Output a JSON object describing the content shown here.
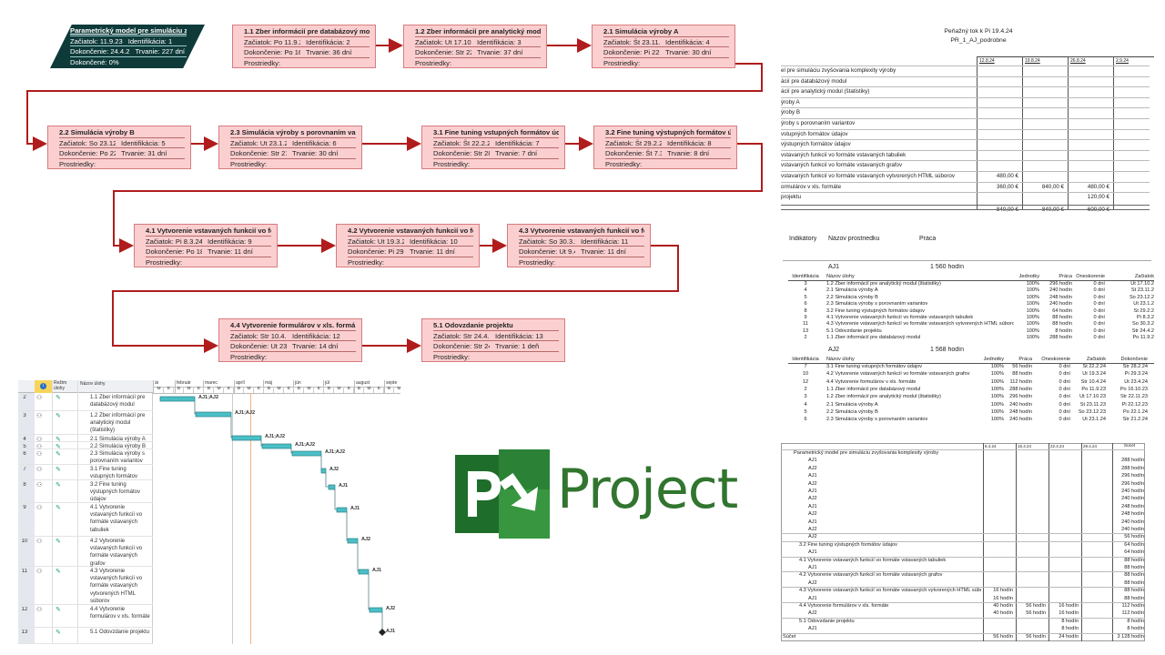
{
  "network": {
    "summary": {
      "title": "Parametrický model pre simuláciu zvyš",
      "start": "Začiatok:  11.9.23",
      "id": "Identifikácia:  1",
      "finish": "Dokončenie: 24.4.2",
      "duration": "Trvanie: 227 dní",
      "complete": "Dokončené: 0%"
    },
    "resources_label": "Prostriedky:",
    "tasks": [
      {
        "title": "1.1 Zber informácií pre databázový mo",
        "start": "Začiatok:  Po 11.9.2",
        "id": "Identifikácia:  2",
        "finish": "Dokončenie: Po 16.",
        "duration": "Trvanie: 36 dní"
      },
      {
        "title": "1.2 Zber informácií pre analytický mod",
        "start": "Začiatok:  Ut 17.10",
        "id": "Identifikácia:  3",
        "finish": "Dokončenie: Str 22",
        "duration": "Trvanie: 37 dní"
      },
      {
        "title": "2.1 Simulácia výroby A",
        "start": "Začiatok:  Št 23.11.",
        "id": "Identifikácia:  4",
        "finish": "Dokončenie: Pi 22.",
        "duration": "Trvanie: 30 dní"
      },
      {
        "title": "2.2 Simulácia výroby B",
        "start": "Začiatok:  So 23.12",
        "id": "Identifikácia:  5",
        "finish": "Dokončenie: Po 22.",
        "duration": "Trvanie: 31 dní"
      },
      {
        "title": "2.3 Simulácia výroby s porovnaním var",
        "start": "Začiatok:  Ut 23.1.2",
        "id": "Identifikácia:  6",
        "finish": "Dokončenie: Str 21",
        "duration": "Trvanie: 30 dní"
      },
      {
        "title": "3.1 Fine tuning vstupných formátov úc",
        "start": "Začiatok:  Št 22.2.2",
        "id": "Identifikácia:  7",
        "finish": "Dokončenie: Str 28",
        "duration": "Trvanie: 7 dní"
      },
      {
        "title": "3.2 Fine tuning výstupných formátov ú",
        "start": "Začiatok:  Št 29.2.2",
        "id": "Identifikácia:  8",
        "finish": "Dokončenie: Št 7.3.",
        "duration": "Trvanie: 8 dní"
      },
      {
        "title": "4.1 Vytvorenie vstavaných funkcií vo fo",
        "start": "Začiatok:  Pi 8.3.24",
        "id": "Identifikácia:  9",
        "finish": "Dokončenie: Po 18.",
        "duration": "Trvanie: 11 dní"
      },
      {
        "title": "4.2 Vytvorenie vstavaných funkcií vo fo",
        "start": "Začiatok:  Ut 19.3.2",
        "id": "Identifikácia:  10",
        "finish": "Dokončenie: Pi 29.",
        "duration": "Trvanie: 11 dní"
      },
      {
        "title": "4.3 Vytvorenie vstavaných funkcií vo fo",
        "start": "Začiatok:  So 30.3.2",
        "id": "Identifikácia:  11",
        "finish": "Dokončenie: Ut 9.4",
        "duration": "Trvanie: 11 dní"
      },
      {
        "title": "4.4 Vytvorenie formulárov v xls. formá",
        "start": "Začiatok:  Str 10.4.",
        "id": "Identifikácia:  12",
        "finish": "Dokončenie: Ut 23.",
        "duration": "Trvanie: 14 dní"
      },
      {
        "title": "5.1 Odovzdanie projektu",
        "start": "Začiatok:  Str 24.4.",
        "id": "Identifikácia:  13",
        "finish": "Dokončenie: Str 24",
        "duration": "Trvanie: 1 deň"
      }
    ]
  },
  "cashflow": {
    "title": "Peňažný tok k Pi 19.4.24",
    "subtitle": "PR_1_AJ_podrobne",
    "columns": [
      "12.8.24",
      "19.8.24",
      "26.8.24",
      "2.9.24"
    ],
    "rows": [
      {
        "label": "el pre simuláciu zvyšovania komplexity výroby",
        "values": [
          "",
          "",
          "",
          ""
        ]
      },
      {
        "label": "ácií pre databázový modul",
        "values": [
          "",
          "",
          "",
          ""
        ]
      },
      {
        "label": "ácií pre analytický modul (štatistiky)",
        "values": [
          "",
          "",
          "",
          ""
        ]
      },
      {
        "label": "ýroby A",
        "values": [
          "",
          "",
          "",
          ""
        ]
      },
      {
        "label": "ýroby B",
        "values": [
          "",
          "",
          "",
          ""
        ]
      },
      {
        "label": "ýroby s porovnaním variantov",
        "values": [
          "",
          "",
          "",
          ""
        ]
      },
      {
        "label": "vstupných formátov údajov",
        "values": [
          "",
          "",
          "",
          ""
        ]
      },
      {
        "label": "výstupných formátov údajov",
        "values": [
          "",
          "",
          "",
          ""
        ]
      },
      {
        "label": "vstavaných funkcií vo formáte vstavaných tabuliek",
        "values": [
          "",
          "",
          "",
          ""
        ]
      },
      {
        "label": "vstavaných funkcií vo formáte vstavaných grafov",
        "values": [
          "",
          "",
          "",
          ""
        ]
      },
      {
        "label": "vstavaných funkcií vo formáte vstavaných vytvorených HTML súborov",
        "values": [
          "480,00 €",
          "",
          "",
          ""
        ]
      },
      {
        "label": "ormulárov v xls. formáte",
        "values": [
          "360,00 €",
          "840,00 €",
          "480,00 €",
          ""
        ]
      },
      {
        "label": "projektu",
        "values": [
          "",
          "",
          "120,00 €",
          ""
        ]
      },
      {
        "label": "",
        "values": [
          "840,00 €",
          "840,00 €",
          "600,00 €",
          ""
        ]
      }
    ]
  },
  "resources": {
    "headers": {
      "indicators": "Indikátory",
      "name": "Názov prostriedku",
      "work": "Práca"
    },
    "columns": [
      "Identifikácia",
      "Názov úlohy",
      "Jednotky",
      "Práca",
      "Oneskorenie",
      "Začiatok",
      "Dokončenie"
    ],
    "groups": [
      {
        "name": "AJ1",
        "work": "1 560 hodín",
        "rows": [
          [
            "3",
            "1.2 Zber informácií pre analytický modul (štatistiky)",
            "100%",
            "296 hodín",
            "0 dní",
            "Ut 17.10.2",
            ""
          ],
          [
            "4",
            "2.1 Simulácia výroby A",
            "100%",
            "240 hodín",
            "0 dní",
            "Št 23.11.2",
            ""
          ],
          [
            "5",
            "2.2 Simulácia výroby B",
            "100%",
            "248 hodín",
            "0 dní",
            "So 23.12.2",
            ""
          ],
          [
            "6",
            "2.3 Simulácia výroby s porovnaním variantov",
            "100%",
            "240 hodín",
            "0 dní",
            "Ut 23.1.2",
            ""
          ],
          [
            "8",
            "3.2 Fine tuning výstupných formátov údajov",
            "100%",
            "64 hodín",
            "0 dní",
            "Št 29.2.2",
            ""
          ],
          [
            "9",
            "4.1 Vytvorenie vstavaných funkcií vo formáte vstavaných tabuliek",
            "100%",
            "88 hodín",
            "0 dní",
            "Pi 8.3.2",
            ""
          ],
          [
            "11",
            "4.3 Vytvorenie vstavaných funkcií vo formáte vstavaných vytvorených HTML súboro",
            "100%",
            "88 hodín",
            "0 dní",
            "So 30.3.2",
            ""
          ],
          [
            "13",
            "5.1 Odovzdanie projektu",
            "100%",
            "8 hodín",
            "0 dní",
            "Str 24.4.2",
            ""
          ],
          [
            "2",
            "1.1 Zber informácií pre databázový modul",
            "100%",
            "288 hodín",
            "0 dní",
            "Po 11.9.2",
            ""
          ]
        ]
      },
      {
        "name": "AJ2",
        "work": "1 568 hodín",
        "rows": [
          [
            "7",
            "3.1 Fine tuning vstupných formátov údajov",
            "100%",
            "56 hodín",
            "0 dní",
            "Št 22.2.24",
            "Str 28.2.24"
          ],
          [
            "10",
            "4.2 Vytvorenie vstavaných funkcií vo formáte vstavaných grafov",
            "100%",
            "88 hodín",
            "0 dní",
            "Ut 19.3.24",
            "Pi 29.3.24"
          ],
          [
            "12",
            "4.4 Vytvorenie formulárov v xls. formáte",
            "100%",
            "112 hodín",
            "0 dní",
            "Str 10.4.24",
            "Ut 23.4.24"
          ],
          [
            "2",
            "1.1 Zber informácií pre databázový modul",
            "100%",
            "288 hodín",
            "0 dní",
            "Po 11.9.23",
            "Po 16.10.23"
          ],
          [
            "3",
            "1.2 Zber informácií pre analytický modul (štatistiky)",
            "100%",
            "296 hodín",
            "0 dní",
            "Ut 17.10.23",
            "Str 22.11.23"
          ],
          [
            "4",
            "2.1 Simulácia výroby A",
            "100%",
            "240 hodín",
            "0 dní",
            "Št 23.11.23",
            "Pi 22.12.23"
          ],
          [
            "5",
            "2.2 Simulácia výroby B",
            "100%",
            "248 hodín",
            "0 dní",
            "So 23.12.23",
            "Po 22.1.24"
          ],
          [
            "6",
            "2.3 Simulácia výroby s porovnaním variantov",
            "100%",
            "240 hodín",
            "0 dní",
            "Ut 23.1.24",
            "Str 21.2.24"
          ]
        ]
      }
    ]
  },
  "usage": {
    "columns": [
      "8.4.24",
      "15.4.24",
      "22.4.24",
      "29.4.24"
    ],
    "total_label": "Súčet",
    "rows": [
      {
        "label": "Parametrický model pre simuláciu zvyšovania komplexity výroby",
        "level": 0,
        "values": [
          "",
          "",
          "",
          ""
        ],
        "total": ""
      },
      {
        "label": "AJ1",
        "level": 2,
        "values": [
          "",
          "",
          "",
          ""
        ],
        "total": "288 hodín"
      },
      {
        "label": "AJ2",
        "level": 2,
        "values": [
          "",
          "",
          "",
          ""
        ],
        "total": "288 hodín"
      },
      {
        "label": "AJ1",
        "level": 2,
        "values": [
          "",
          "",
          "",
          ""
        ],
        "total": "296 hodín"
      },
      {
        "label": "AJ2",
        "level": 2,
        "values": [
          "",
          "",
          "",
          ""
        ],
        "total": "296 hodín"
      },
      {
        "label": "AJ1",
        "level": 2,
        "values": [
          "",
          "",
          "",
          ""
        ],
        "total": "240 hodín"
      },
      {
        "label": "AJ2",
        "level": 2,
        "values": [
          "",
          "",
          "",
          ""
        ],
        "total": "240 hodín"
      },
      {
        "label": "AJ1",
        "level": 2,
        "values": [
          "",
          "",
          "",
          ""
        ],
        "total": "248 hodín"
      },
      {
        "label": "AJ2",
        "level": 2,
        "values": [
          "",
          "",
          "",
          ""
        ],
        "total": "248 hodín"
      },
      {
        "label": "AJ1",
        "level": 2,
        "values": [
          "",
          "",
          "",
          ""
        ],
        "total": "240 hodín"
      },
      {
        "label": "AJ2",
        "level": 2,
        "values": [
          "",
          "",
          "",
          ""
        ],
        "total": "240 hodín"
      },
      {
        "label": "AJ2",
        "level": 2,
        "values": [
          "",
          "",
          "",
          ""
        ],
        "total": "56 hodín"
      },
      {
        "label": "3.2 Fine tuning výstupných formátov údajov",
        "level": 1,
        "values": [
          "",
          "",
          "",
          ""
        ],
        "total": "64 hodín"
      },
      {
        "label": "AJ1",
        "level": 2,
        "values": [
          "",
          "",
          "",
          ""
        ],
        "total": "64 hodín"
      },
      {
        "label": "4.1 Vytvorenie vstavaných funkcií vo formáte vstavaných tabuliek",
        "level": 1,
        "values": [
          "",
          "",
          "",
          ""
        ],
        "total": "88 hodín"
      },
      {
        "label": "AJ1",
        "level": 2,
        "values": [
          "",
          "",
          "",
          ""
        ],
        "total": "88 hodín"
      },
      {
        "label": "4.2 Vytvorenie vstavaných funkcií vo formáte vstavaných grafov",
        "level": 1,
        "values": [
          "",
          "",
          "",
          ""
        ],
        "total": "88 hodín"
      },
      {
        "label": "AJ2",
        "level": 2,
        "values": [
          "",
          "",
          "",
          ""
        ],
        "total": "88 hodín"
      },
      {
        "label": "4.3 Vytvorenie vstavaných funkcií vo formáte vstavaných vytvorených HTML súborov",
        "level": 1,
        "values": [
          "16 hodín",
          "",
          "",
          ""
        ],
        "total": "88 hodín"
      },
      {
        "label": "AJ1",
        "level": 2,
        "values": [
          "16 hodín",
          "",
          "",
          ""
        ],
        "total": "88 hodín"
      },
      {
        "label": "4.4 Vytvorenie formulárov v xls. formáte",
        "level": 1,
        "values": [
          "40 hodín",
          "56 hodín",
          "16 hodín",
          ""
        ],
        "total": "112 hodín"
      },
      {
        "label": "AJ2",
        "level": 2,
        "values": [
          "40 hodín",
          "56 hodín",
          "16 hodín",
          ""
        ],
        "total": "112 hodín"
      },
      {
        "label": "5.1 Odovzdanie projektu",
        "level": 1,
        "values": [
          "",
          "",
          "8 hodín",
          ""
        ],
        "total": "8 hodín"
      },
      {
        "label": "AJ1",
        "level": 2,
        "values": [
          "",
          "",
          "8 hodín",
          ""
        ],
        "total": "8 hodín"
      },
      {
        "label": "Súčet",
        "level": 0,
        "values": [
          "56 hodín",
          "56 hodín",
          "24 hodín",
          ""
        ],
        "total": "3 128 hodín"
      }
    ]
  },
  "gantt": {
    "headers": {
      "mode": "Režim úlohy",
      "name": "Názov úlohy"
    },
    "months": [
      "ár",
      "február",
      "marec",
      "apríl",
      "máj",
      "jún",
      "júl",
      "august",
      "septe"
    ],
    "subcells": [
      "B",
      "M",
      "E"
    ],
    "rows": [
      {
        "num": "2",
        "name": "1.1 Zber informácií pre databázový modul",
        "res": "AJ1;AJ2",
        "icon": true
      },
      {
        "num": "3",
        "name": "1.2 Zber informácií pre analytický modul (štatistiky)",
        "res": "AJ1;AJ2",
        "icon": true
      },
      {
        "num": "4",
        "name": "2.1 Simulácia výroby A",
        "res": "AJ1;AJ2",
        "icon": true
      },
      {
        "num": "5",
        "name": "2.2 Simulácia výroby B",
        "res": "AJ1;AJ2",
        "icon": true
      },
      {
        "num": "6",
        "name": "2.3 Simulácia výroby s porovnaním variantov",
        "res": "AJ1;AJ2",
        "icon": true
      },
      {
        "num": "7",
        "name": "3.1 Fine tuning vstupných formátov údajov",
        "res": "AJ2",
        "icon": true
      },
      {
        "num": "8",
        "name": "3.2 Fine tuning výstupných formátov údajov",
        "res": "AJ1",
        "icon": true
      },
      {
        "num": "9",
        "name": "4.1 Vytvorenie vstavaných funkcií vo formáte vstavaných tabuliek",
        "res": "AJ1",
        "icon": true
      },
      {
        "num": "10",
        "name": "4.2 Vytvorenie vstavaných funkcií vo formáte vstavaných grafov",
        "res": "AJ2",
        "icon": true
      },
      {
        "num": "11",
        "name": "4.3 Vytvorenie vstavaných funkcií vo formáte vstavaných vytvorených HTML súborov",
        "res": "AJ1",
        "icon": true
      },
      {
        "num": "12",
        "name": "4.4 Vytvorenie formulárov v xls. formáte",
        "res": "AJ2",
        "icon": true
      },
      {
        "num": "13",
        "name": "5.1 Odovzdanie projektu",
        "res": "AJ1",
        "icon": false
      }
    ]
  },
  "logo": {
    "text": "Project"
  },
  "colors": {
    "brand": "#31752f",
    "box_fill": "#fbcfd0",
    "connector": "#b01c1c",
    "bar": "#4bbfc6",
    "summary": "#0f3a3a"
  }
}
